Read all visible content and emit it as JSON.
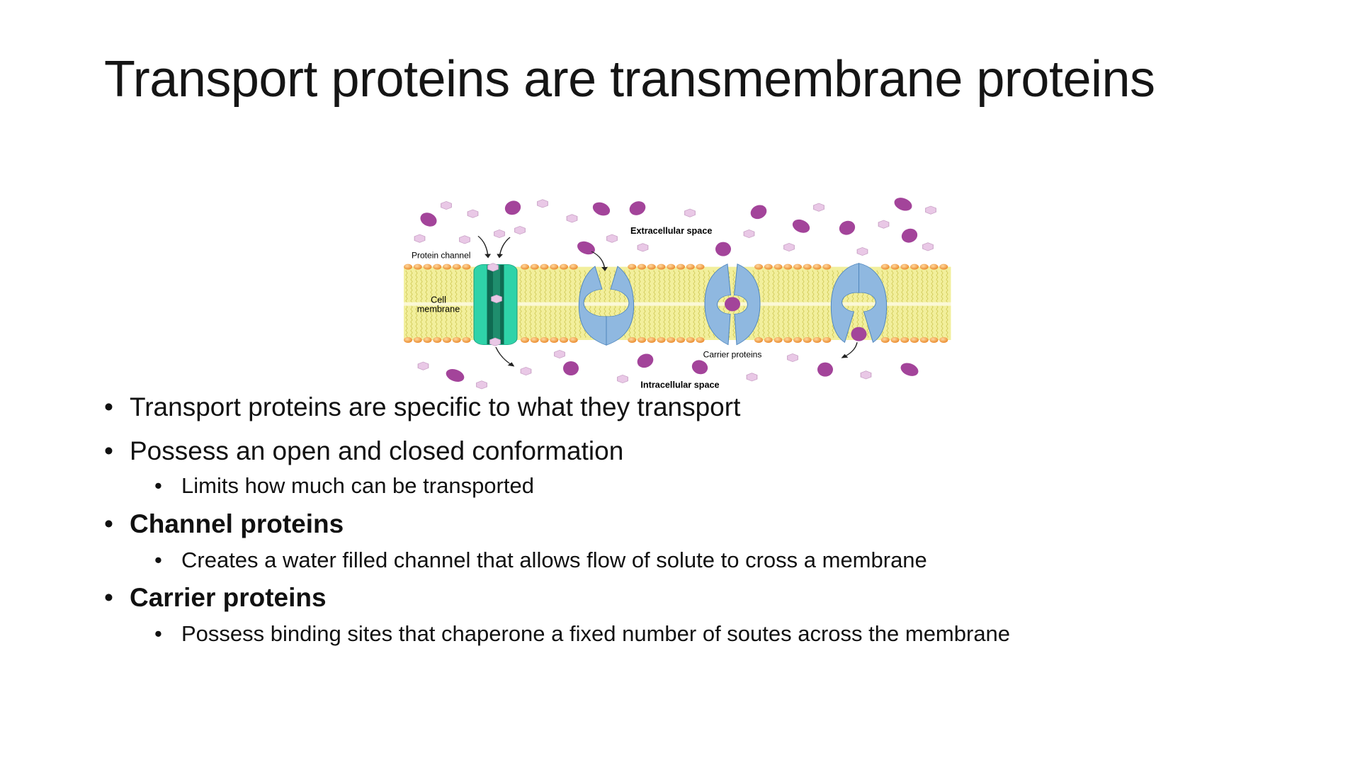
{
  "slide": {
    "title": "Transport proteins are transmembrane proteins",
    "diagram": {
      "labels": {
        "extracellular": "Extracellular space",
        "intracellular": "Intracellular space",
        "protein_channel": "Protein channel",
        "cell_membrane_1": "Cell",
        "cell_membrane_2": "membrane",
        "carrier_proteins": "Carrier proteins"
      },
      "colors": {
        "membrane": "#f2ef9c",
        "heads": "#f0a04a",
        "channel": "#2fd3a9",
        "carrier": "#8fb8e0",
        "solute_large": "#a3449a",
        "solute_small": "#e9c8e6"
      }
    },
    "bullets": [
      {
        "text": "Transport proteins are specific to what they transport",
        "bold": false,
        "sub": []
      },
      {
        "text": "Possess an open and closed conformation",
        "bold": false,
        "sub": [
          "Limits how much can be transported"
        ]
      },
      {
        "text": "Channel proteins",
        "bold": true,
        "sub": [
          "Creates a water filled channel that allows flow of solute to cross a membrane"
        ]
      },
      {
        "text": "Carrier proteins",
        "bold": true,
        "sub": [
          "Possess binding sites that chaperone a fixed number of soutes across the membrane"
        ]
      }
    ],
    "bullet_char": "•"
  }
}
